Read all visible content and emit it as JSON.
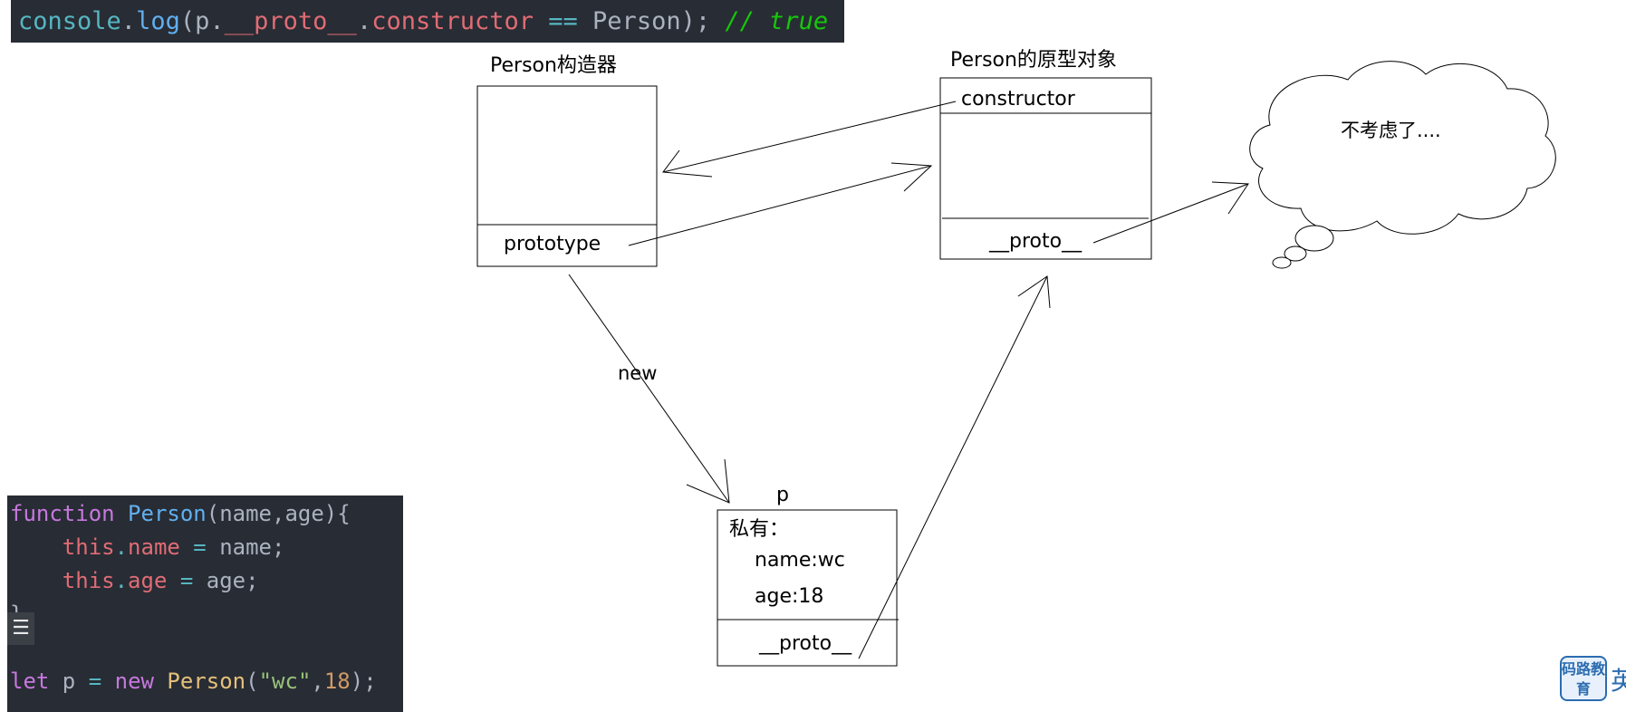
{
  "code_top": {
    "console": "console",
    "dot1": ".",
    "log": "log",
    "open": "(p.",
    "proto": "__proto__",
    "dot2": ".",
    "constructor": "constructor",
    "eq": " == ",
    "person_close": "Person);",
    "comment": " // true"
  },
  "code_bottom": {
    "l1_kw": "function",
    "l1_fn": " Person",
    "l1_rest": "(name,age){",
    "l2_this": "    this",
    "l2_dot": ".",
    "l2_prop": "name",
    "l2_eq": " = ",
    "l2_rest": "name;",
    "l3_this": "    this",
    "l3_dot": ".",
    "l3_prop": "age",
    "l3_eq": " = ",
    "l3_rest": "age;",
    "l4": "}",
    "l6_let": "let",
    "l6_p": " p",
    "l6_eq": " = ",
    "l6_new": "new",
    "l6_cls": " Person",
    "l6_open": "(",
    "l6_str": "\"wc\"",
    "l6_comma": ",",
    "l6_num": "18",
    "l6_close": ");"
  },
  "diagram": {
    "person_constructor_title": "Person构造器",
    "prototype_label": "prototype",
    "proto_object_title": "Person的原型对象",
    "constructor_label": "constructor",
    "proto_object_proto_label": "__proto__",
    "cloud_text": "不考虑了....",
    "new_label": "new",
    "p_title": "p",
    "p_private": "私有：",
    "p_name": "name:wc",
    "p_age": "age:18",
    "p_proto_label": "__proto__"
  },
  "logo": {
    "text": "码路教育",
    "side": "英"
  },
  "colors": {
    "code_bg": "#282c34",
    "keyword": "#c678dd",
    "function": "#61afef",
    "property": "#e06c75",
    "operator": "#56b6c2",
    "string": "#98c379",
    "number": "#d19a66",
    "class": "#e5c07b",
    "comment": "#16c60c"
  },
  "icons": {
    "menu": "menu-icon",
    "cloud": "thought-cloud-icon",
    "logo": "brand-logo-icon"
  }
}
